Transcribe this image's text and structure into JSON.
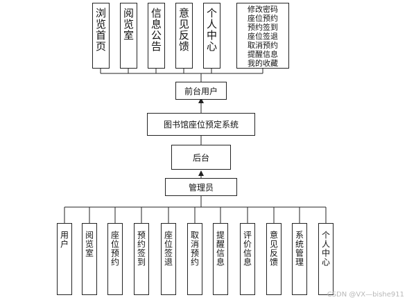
{
  "front_modules": [
    "浏览首页",
    "阅览室",
    "信息公告",
    "意见反馈",
    "个人中心"
  ],
  "front_extra": "修改密码\n座位预约\n预约签到\n座位签退\n取消预约\n提醒信息\n我的收藏",
  "front_user": "前台用户",
  "system": "图书馆座位预定系统",
  "backend": "后台",
  "admin": "管理员",
  "admin_modules": [
    "用户",
    "阅览室",
    "座位预约",
    "预约签到",
    "座位签退",
    "取消预约",
    "提醒信息",
    "评价信息",
    "意见反馈",
    "系统管理",
    "个人中心"
  ],
  "watermark": "CSDN @VX—bishe911"
}
